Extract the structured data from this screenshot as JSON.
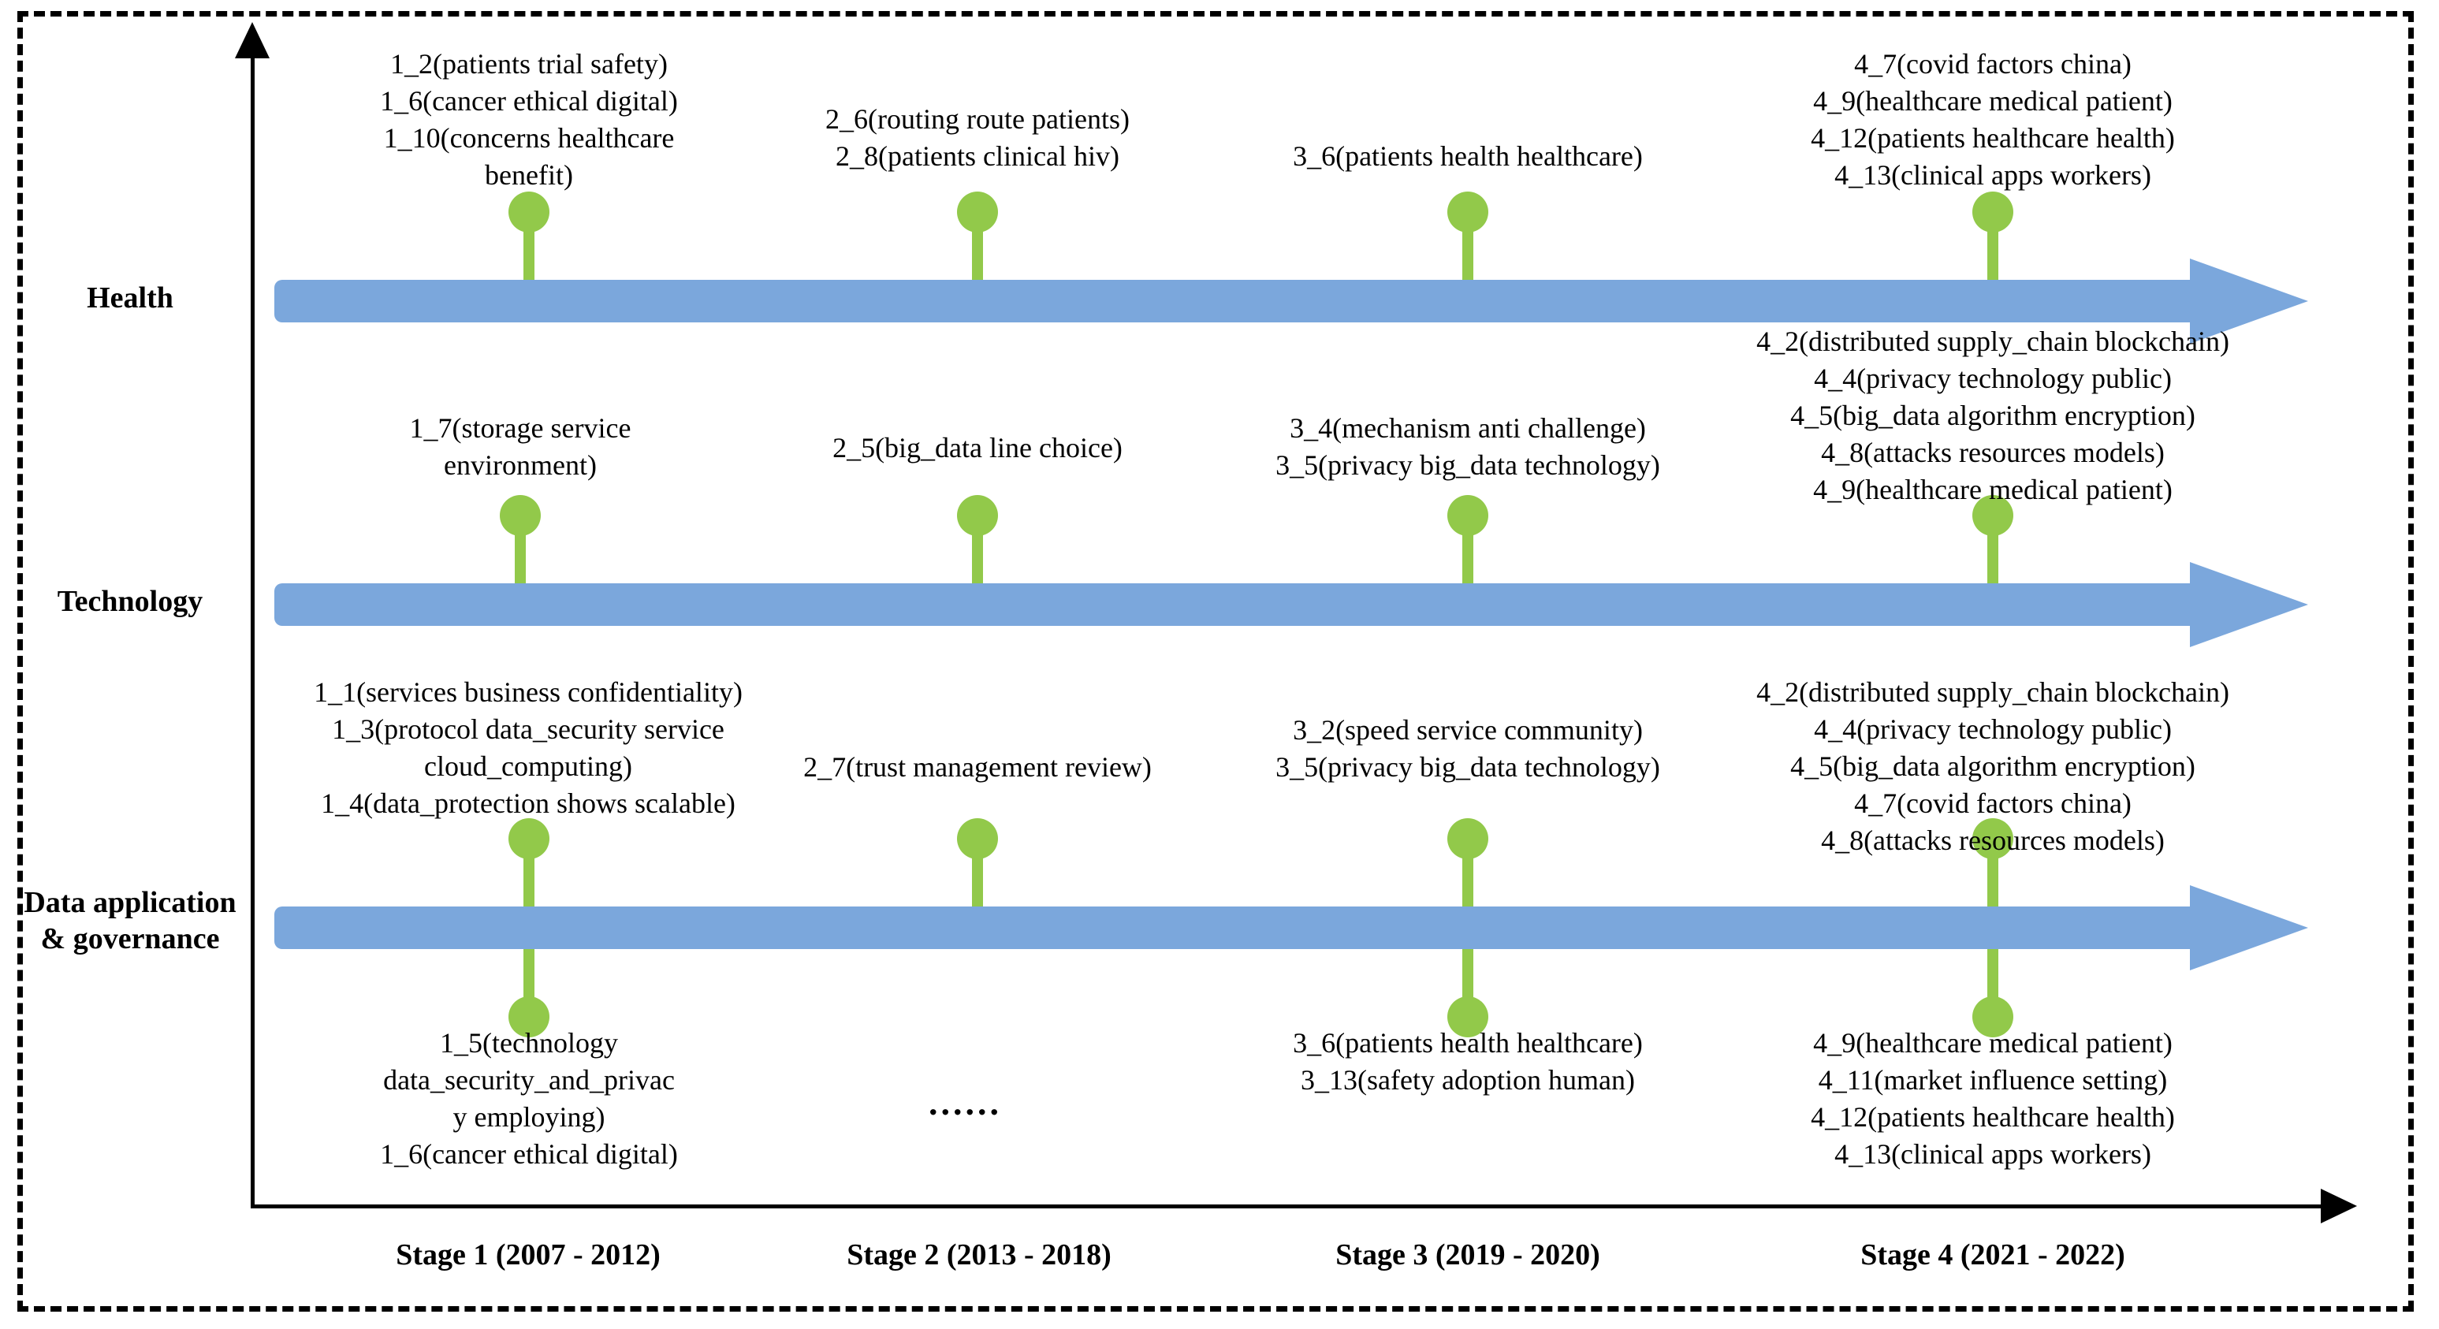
{
  "figure": {
    "type": "timeline-diagram",
    "rows": [
      {
        "id": "health",
        "label": "Health"
      },
      {
        "id": "technology",
        "label": "Technology"
      },
      {
        "id": "data-application-governance",
        "label": "Data\napplication &\ngovernance"
      }
    ],
    "stages": [
      {
        "id": "stage-1",
        "caption": "Stage 1 (2007 - 2012)"
      },
      {
        "id": "stage-2",
        "caption": "Stage 2 (2013 - 2018)"
      },
      {
        "id": "stage-3",
        "caption": "Stage 3 (2019 - 2020)"
      },
      {
        "id": "stage-4",
        "caption": "Stage 4 (2021 - 2022)"
      }
    ],
    "ellipsis": "......",
    "colors": {
      "track": "#7BA7DC",
      "marker": "#92C94A",
      "axis": "#000000",
      "frame": "#000000"
    },
    "annotations": {
      "health_stage1": "1_2(patients trial safety)\n1_6(cancer ethical digital)\n1_10(concerns healthcare\nbenefit)",
      "health_stage2": "2_6(routing route patients)\n2_8(patients clinical hiv)",
      "health_stage3": "3_6(patients health healthcare)",
      "health_stage4": "4_7(covid factors china)\n4_9(healthcare medical patient)\n4_12(patients healthcare health)\n4_13(clinical apps workers)",
      "technology_stage1": "1_7(storage service\nenvironment)",
      "technology_stage2": "2_5(big_data line choice)",
      "technology_stage3": "3_4(mechanism anti challenge)\n3_5(privacy big_data technology)",
      "technology_stage4": "4_2(distributed supply_chain blockchain)\n4_4(privacy technology public)\n4_5(big_data algorithm encryption)\n4_8(attacks resources models)\n4_9(healthcare medical patient)",
      "data_stage1_top": "1_1(services business confidentiality)\n1_3(protocol data_security service\ncloud_computing)\n1_4(data_protection shows scalable)",
      "data_stage2_top": "2_7(trust management review)",
      "data_stage3_top": "3_2(speed service community)\n3_5(privacy big_data technology)",
      "data_stage4_top": "4_2(distributed supply_chain blockchain)\n4_4(privacy technology public)\n4_5(big_data algorithm encryption)\n4_7(covid factors china)\n4_8(attacks resources models)",
      "data_stage1_bottom": "1_5(technology\ndata_security_and_privac\ny employing)\n1_6(cancer ethical digital)",
      "data_stage3_bottom": "3_6(patients health healthcare)\n3_13(safety adoption human)",
      "data_stage4_bottom": "4_9(healthcare medical patient)\n4_11(market influence setting)\n4_12(patients healthcare health)\n4_13(clinical apps workers)"
    }
  }
}
